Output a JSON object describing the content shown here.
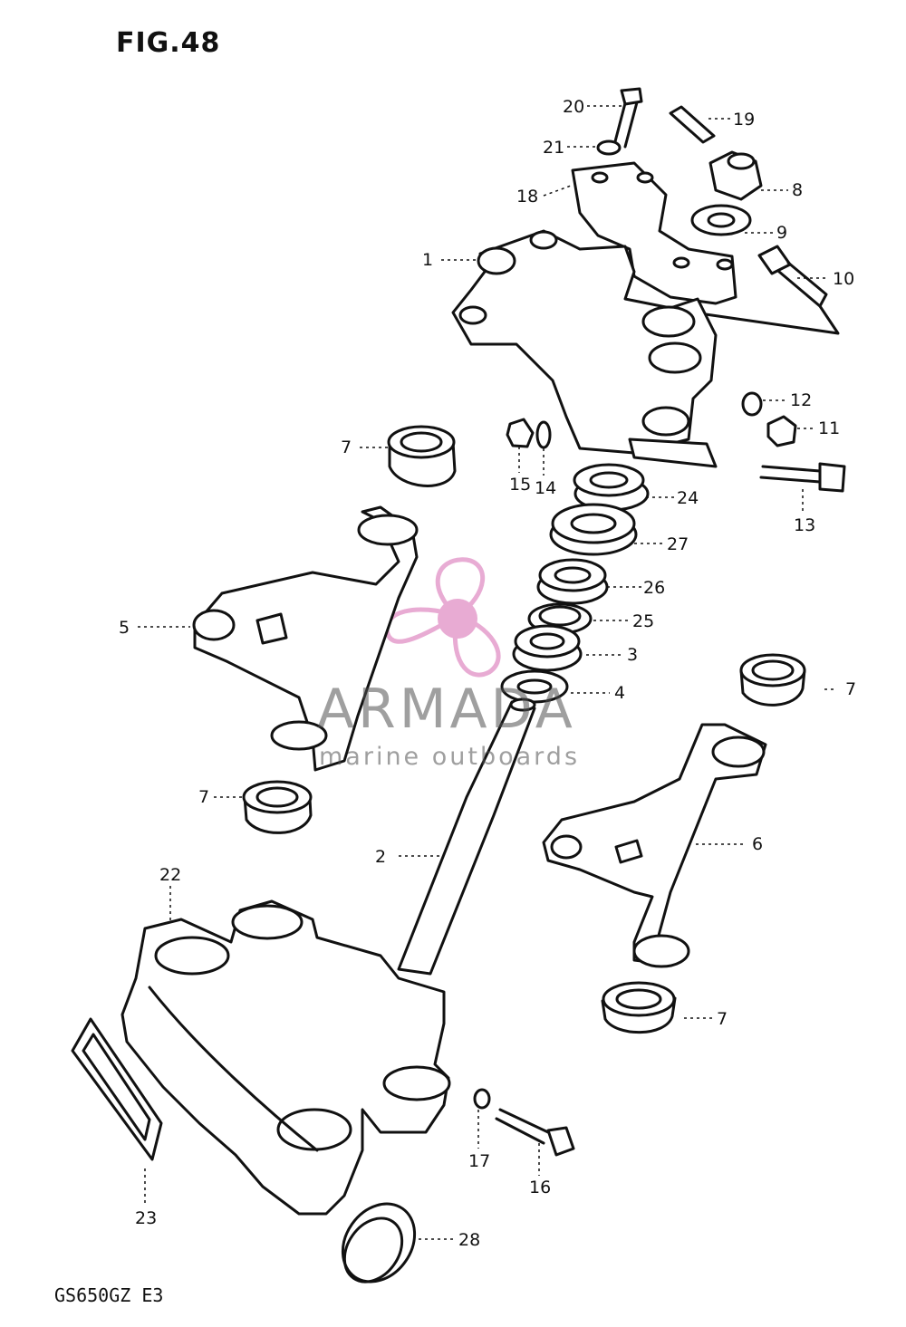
{
  "figure": {
    "title": "FIG.48",
    "model_code": "GS650GZ E3"
  },
  "watermark": {
    "word": "ARMADA",
    "subtitle": "marine outboards",
    "color": "#e6a3cf"
  },
  "callouts": [
    {
      "id": "c1",
      "text": "1"
    },
    {
      "id": "c2",
      "text": "2"
    },
    {
      "id": "c3",
      "text": "3"
    },
    {
      "id": "c4",
      "text": "4"
    },
    {
      "id": "c5",
      "text": "5"
    },
    {
      "id": "c6",
      "text": "6"
    },
    {
      "id": "c7a",
      "text": "7"
    },
    {
      "id": "c7b",
      "text": "7"
    },
    {
      "id": "c7c",
      "text": "7"
    },
    {
      "id": "c7d",
      "text": "7"
    },
    {
      "id": "c8",
      "text": "8"
    },
    {
      "id": "c9",
      "text": "9"
    },
    {
      "id": "c10",
      "text": "10"
    },
    {
      "id": "c11",
      "text": "11"
    },
    {
      "id": "c12",
      "text": "12"
    },
    {
      "id": "c13",
      "text": "13"
    },
    {
      "id": "c14",
      "text": "14"
    },
    {
      "id": "c15",
      "text": "15"
    },
    {
      "id": "c16",
      "text": "16"
    },
    {
      "id": "c17",
      "text": "17"
    },
    {
      "id": "c18",
      "text": "18"
    },
    {
      "id": "c19",
      "text": "19"
    },
    {
      "id": "c20",
      "text": "20"
    },
    {
      "id": "c21",
      "text": "21"
    },
    {
      "id": "c22",
      "text": "22"
    },
    {
      "id": "c23",
      "text": "23"
    },
    {
      "id": "c24",
      "text": "24"
    },
    {
      "id": "c25",
      "text": "25"
    },
    {
      "id": "c26",
      "text": "26"
    },
    {
      "id": "c27",
      "text": "27"
    },
    {
      "id": "c28",
      "text": "28"
    }
  ]
}
